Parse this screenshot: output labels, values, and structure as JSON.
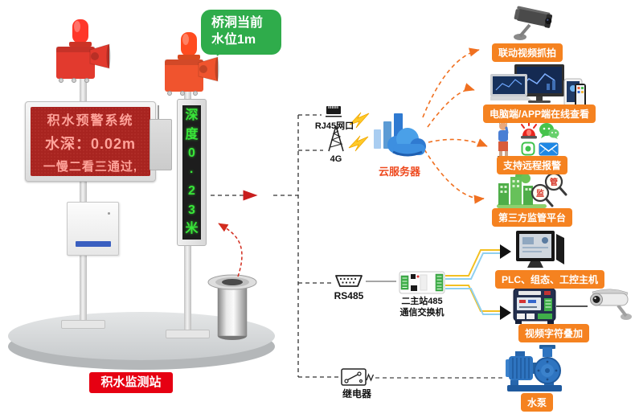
{
  "colors": {
    "orange_accent": "#f58220",
    "red_accent": "#e60012",
    "bubble_green": "#2fac4b",
    "led_screen_red": "#a82420",
    "led_text_pink": "#ffa39a",
    "display_green": "#39e639",
    "cloud_blue": "#3d8fe0",
    "wire_yellow": "#f3c021",
    "wire_blue": "#8fd0f0"
  },
  "station": {
    "bubble_line1": "桥洞当前",
    "bubble_line2": "水位1m",
    "led_line1": "积水预警系统",
    "led_line2": "水深：0.02m",
    "led_line3": "一慢二看三通过,",
    "vertical_chars": [
      "深",
      "度",
      "0",
      "·",
      "2",
      "3",
      "米"
    ],
    "station_label": "积水监测站"
  },
  "uplinks": {
    "rj45_label": "RJ45网口",
    "cellular_label": "4G",
    "cloud_label": "云服务器"
  },
  "cloud_targets": [
    {
      "label": "联动视频抓拍"
    },
    {
      "label": "电脑端/APP端在线查看"
    },
    {
      "label": "支持远程报警"
    },
    {
      "label": "第三方监管平台",
      "magnifier_chars": [
        "监",
        "管"
      ]
    }
  ],
  "control": {
    "rs485_label": "RS485",
    "switch_label_line1": "二主站485",
    "switch_label_line2": "通信交换机",
    "plc_label": "PLC、组态、工控主机",
    "overlay_label": "视频字符叠加",
    "relay_label": "继电器",
    "pump_label": "水泵"
  }
}
